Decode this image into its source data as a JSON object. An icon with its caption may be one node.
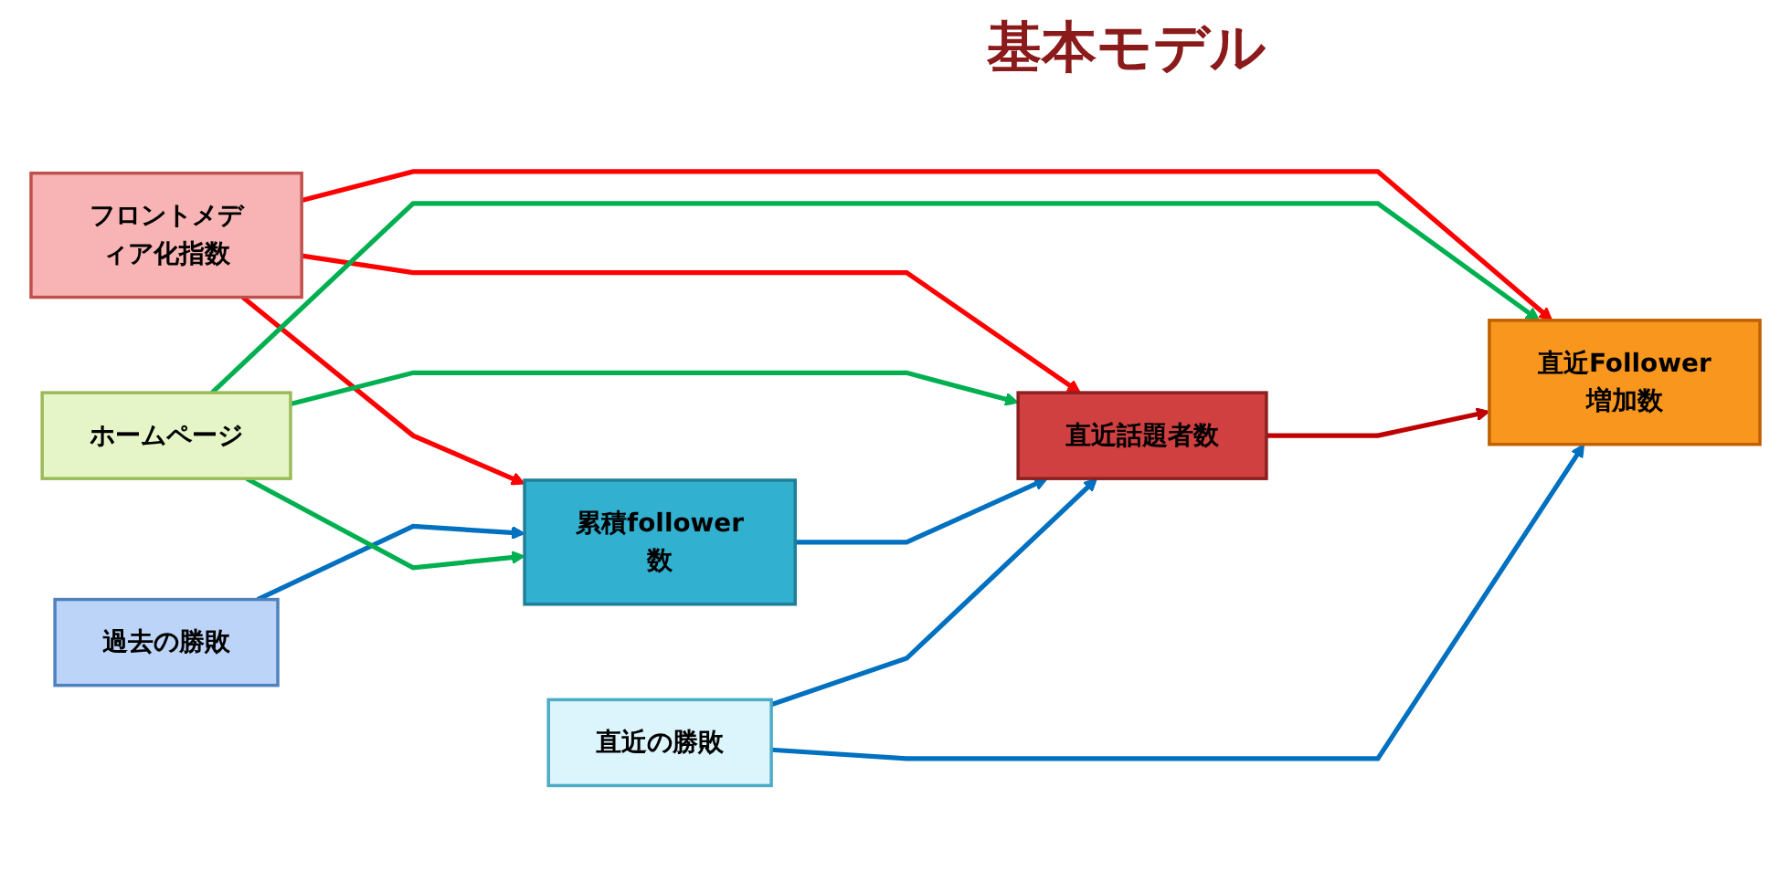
{
  "diagram": {
    "title": "基本モデル",
    "nodes": [
      {
        "text": [
          "フロントメディア化指数"
        ]
      },
      {
        "text": [
          "過去の勝敗"
        ]
      },
      {
        "text": [
          "ホームページ"
        ]
      },
      {
        "text": [
          "累積follower数"
        ]
      },
      {
        "text": [
          "直近話題者数"
        ]
      },
      {
        "text": [
          "直近の勝敗"
        ]
      },
      {
        "text": [
          "直近Follower増加数"
        ]
      }
    ],
    "edges": [
      {
        "from": 0,
        "to": 3,
        "arrow": "to",
        "color": "#ff0000"
      },
      {
        "from": 0,
        "to": 4,
        "arrow": "to",
        "color": "#ff0000"
      },
      {
        "from": 0,
        "to": 6,
        "arrow": "to",
        "color": "#ff0000"
      },
      {
        "from": 1,
        "to": 3,
        "arrow": "to",
        "color": "#0070c0"
      },
      {
        "from": 2,
        "to": 3,
        "arrow": "to",
        "color": "#00b050"
      },
      {
        "from": 2,
        "to": 4,
        "arrow": "to",
        "color": "#00b050"
      },
      {
        "from": 2,
        "to": 6,
        "arrow": "to",
        "color": "#00b050"
      },
      {
        "from": 3,
        "to": 4,
        "arrow": "to",
        "color": "#0070c0"
      },
      {
        "from": 4,
        "to": 6,
        "arrow": "to",
        "color": "#c00000"
      },
      {
        "from": 5,
        "to": 4,
        "arrow": "to",
        "color": "#0070c0"
      },
      {
        "from": 5,
        "to": 6,
        "arrow": "to",
        "color": "#0070c0"
      }
    ]
  }
}
